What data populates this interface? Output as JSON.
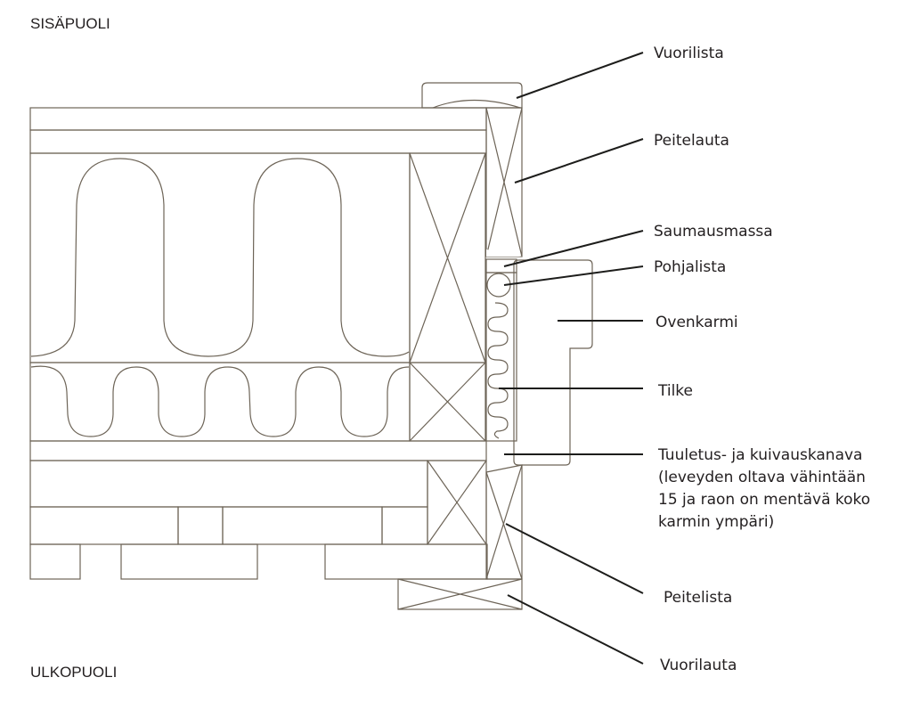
{
  "diagram": {
    "title_inside": "SISÄPUOLI",
    "title_outside": "ULKOPUOLI",
    "colors": {
      "wood": "#fde08f",
      "insulation": "#fff0c8",
      "frame": "#fdca74",
      "sealant": "#a7a9ac",
      "backer_rod": "#d1d3d4",
      "spacer": "#ece0c3",
      "outline": "#6d6457",
      "leader": "#1d1d1b"
    },
    "labels": [
      {
        "id": "vuorilista",
        "text": "Vuorilista"
      },
      {
        "id": "peitelauta",
        "text": "Peitelauta"
      },
      {
        "id": "saumausmassa",
        "text": "Saumausmassa"
      },
      {
        "id": "pohjalista",
        "text": "Pohjalista"
      },
      {
        "id": "ovenkarmi",
        "text": "Ovenkarmi"
      },
      {
        "id": "tilke",
        "text": "Tilke"
      },
      {
        "id": "tuuletus",
        "lines": [
          "Tuuletus- ja kuivauskanava",
          "(leveyden oltava vähintään",
          "15 ja raon on mentävä koko",
          "karmin ympäri)"
        ]
      },
      {
        "id": "peitelista",
        "text": "Peitelista"
      },
      {
        "id": "vuorilauta",
        "text": "Vuorilauta"
      }
    ]
  }
}
